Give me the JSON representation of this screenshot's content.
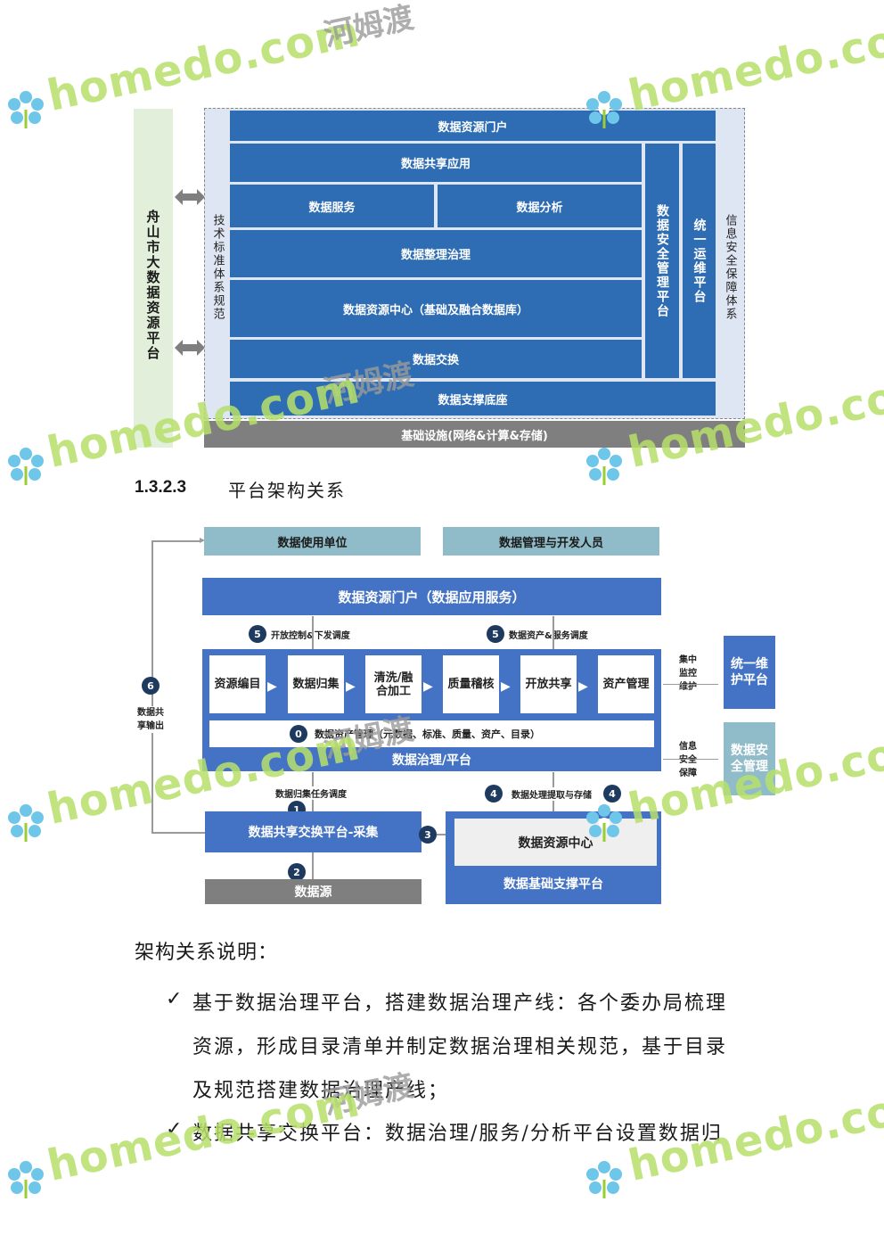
{
  "diagram1": {
    "left_platform": "舟山市大数据资源平台",
    "tech_standard": "技术标准体系规范",
    "info_security": "信息安全保障体系",
    "portal": "数据资源门户",
    "share_app": "数据共享应用",
    "service": "数据服务",
    "analysis": "数据分析",
    "governance": "数据整理治理",
    "resource_center": "数据资源中心（基础及融合数据库）",
    "exchange": "数据交换",
    "support": "数据支撑底座",
    "infra": "基础设施(网络&计算&存储)",
    "security_platform": "数据安全管理平台",
    "ops_platform": "统一运维平台"
  },
  "section": {
    "number": "1.3.2.3",
    "title": "平台架构关系"
  },
  "diagram2": {
    "users": "数据使用单位",
    "developers": "数据管理与开发人员",
    "portal": "数据资源门户（数据应用服务）",
    "step5a": "开放控制&下发调度",
    "step5b": "数据资产&服务调度",
    "stages": [
      "资源编目",
      "数据归集",
      "清洗/融合加工",
      "质量稽核",
      "开放共享",
      "资产管理"
    ],
    "asset_mgmt": "数据资产管理（元数据、标准、质量、资产、目录）",
    "governance_platform": "数据治理/平台",
    "centralized": "集中监控维护",
    "ops_platform": "统一维护平台",
    "info_security": "信息安全保障",
    "security_mgmt": "数据安全管理",
    "share_output": "数据共享输出",
    "step1_label": "数据归集任务调度",
    "step4_label": "数据处理提取与存储",
    "exchange_platform": "数据共享交换平台-采集",
    "resource_center": "数据资源中心",
    "base_platform": "数据基础支撑平台",
    "source": "数据源",
    "nums": {
      "n0": "0",
      "n1": "1",
      "n2": "2",
      "n3": "3",
      "n4": "4",
      "n4b": "4",
      "n5a": "5",
      "n5b": "5",
      "n6": "6"
    }
  },
  "text": {
    "heading": "架构关系说明：",
    "b1_l1": "基于数据治理平台，搭建数据治理产线：各个委办局梳理",
    "b1_l2": "资源，形成目录清单并制定数据治理相关规范，基于目录",
    "b1_l3": "及规范搭建数据治理产线；",
    "b2_l1": "数据共享交换平台：数据治理/服务/分析平台设置数据归",
    "check": "✓"
  },
  "watermark": {
    "brand": "homedo.com",
    "cn": "河姆渡"
  },
  "colors": {
    "blue": "#2e6db4",
    "blue2": "#4472c4",
    "teal": "#8fbcc8",
    "green_panel": "#e2efda",
    "gray": "#7f7f7f",
    "watermark": "#b7e06b"
  }
}
